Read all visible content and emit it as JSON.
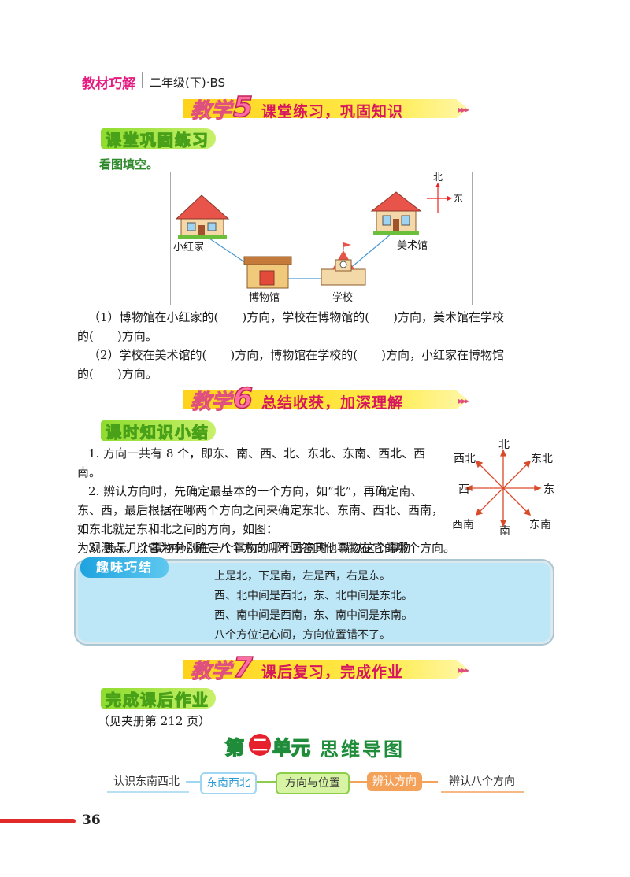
{
  "header": {
    "brand": "教材巧解",
    "grade": "二年级(下)·BS"
  },
  "steps": [
    {
      "label": "教学",
      "num": "5",
      "title": "课堂练习，巩固知识"
    },
    {
      "label": "教学",
      "num": "6",
      "title": "总结收获，加深理解"
    },
    {
      "label": "教学",
      "num": "7",
      "title": "课后复习，完成作业"
    }
  ],
  "step_arrows": "▸▸▸",
  "sections": {
    "practice": "课堂巩固练习",
    "summary": "课时知识小结",
    "homework": "完成课后作业"
  },
  "practice": {
    "instruction": "看图填空。",
    "map_labels": {
      "home": "小红家",
      "museum": "博物馆",
      "school": "学校",
      "gallery": "美术馆",
      "north": "北",
      "east": "东"
    },
    "q1a": "（1）博物馆在小红家的(　　)方向，学校在博物馆的(　　)方向，美术馆在学校",
    "q1b": "的(　　)方向。",
    "q2a": "（2）学校在美术馆的(　　)方向，博物馆在学校的(　　)方向，小红家在博物馆",
    "q2b": "的(　　)方向。"
  },
  "summary": {
    "p1": "1. 方向一共有 8 个，即东、南、西、北、东北、东南、西北、西南。",
    "p2a": "2. 辨认方向时，先确定最基本的一个方向，如“北”，再确定南、",
    "p2b": "东、西，最后根据在哪两个方向之间来确定东北、东南、西北、西南，",
    "p2c": "如东北就是东和北之间的方向，如图：",
    "p3a": "3. 表示几个事物分别在一个事物的哪个方向时，就以这个事物",
    "p3b": "为观测点，以它为中心确定八个方向，再回答其他事物在它的哪个方向。",
    "compass": {
      "n": "北",
      "ne": "东北",
      "e": "东",
      "se": "东南",
      "s": "南",
      "sw": "西南",
      "w": "西",
      "nw": "西北"
    }
  },
  "fun": {
    "title": "趣味巧结",
    "lines": [
      "上是北，下是南，左是西，右是东。",
      "西、北中间是西北，东、北中间是东北。",
      "西、南中间是西南，东、南中间是东南。",
      "八个方位记心间，方向位置错不了。"
    ]
  },
  "homework_ref": "（见夹册第 212 页）",
  "mindmap": {
    "title_a": "第",
    "title_num": "二",
    "title_b": "单元",
    "title_c": "思维导图",
    "nodes": [
      "认识东南西北",
      "东南西北",
      "方向与位置",
      "辨认方向",
      "辨认八个方向"
    ]
  },
  "page_number": "36",
  "colors": {
    "brand": "#e5197f",
    "title_red": "#d6165e",
    "section_green": "#8fdc2f",
    "fun_blue": "#bde6f7",
    "accent_red": "#e12a2a"
  }
}
